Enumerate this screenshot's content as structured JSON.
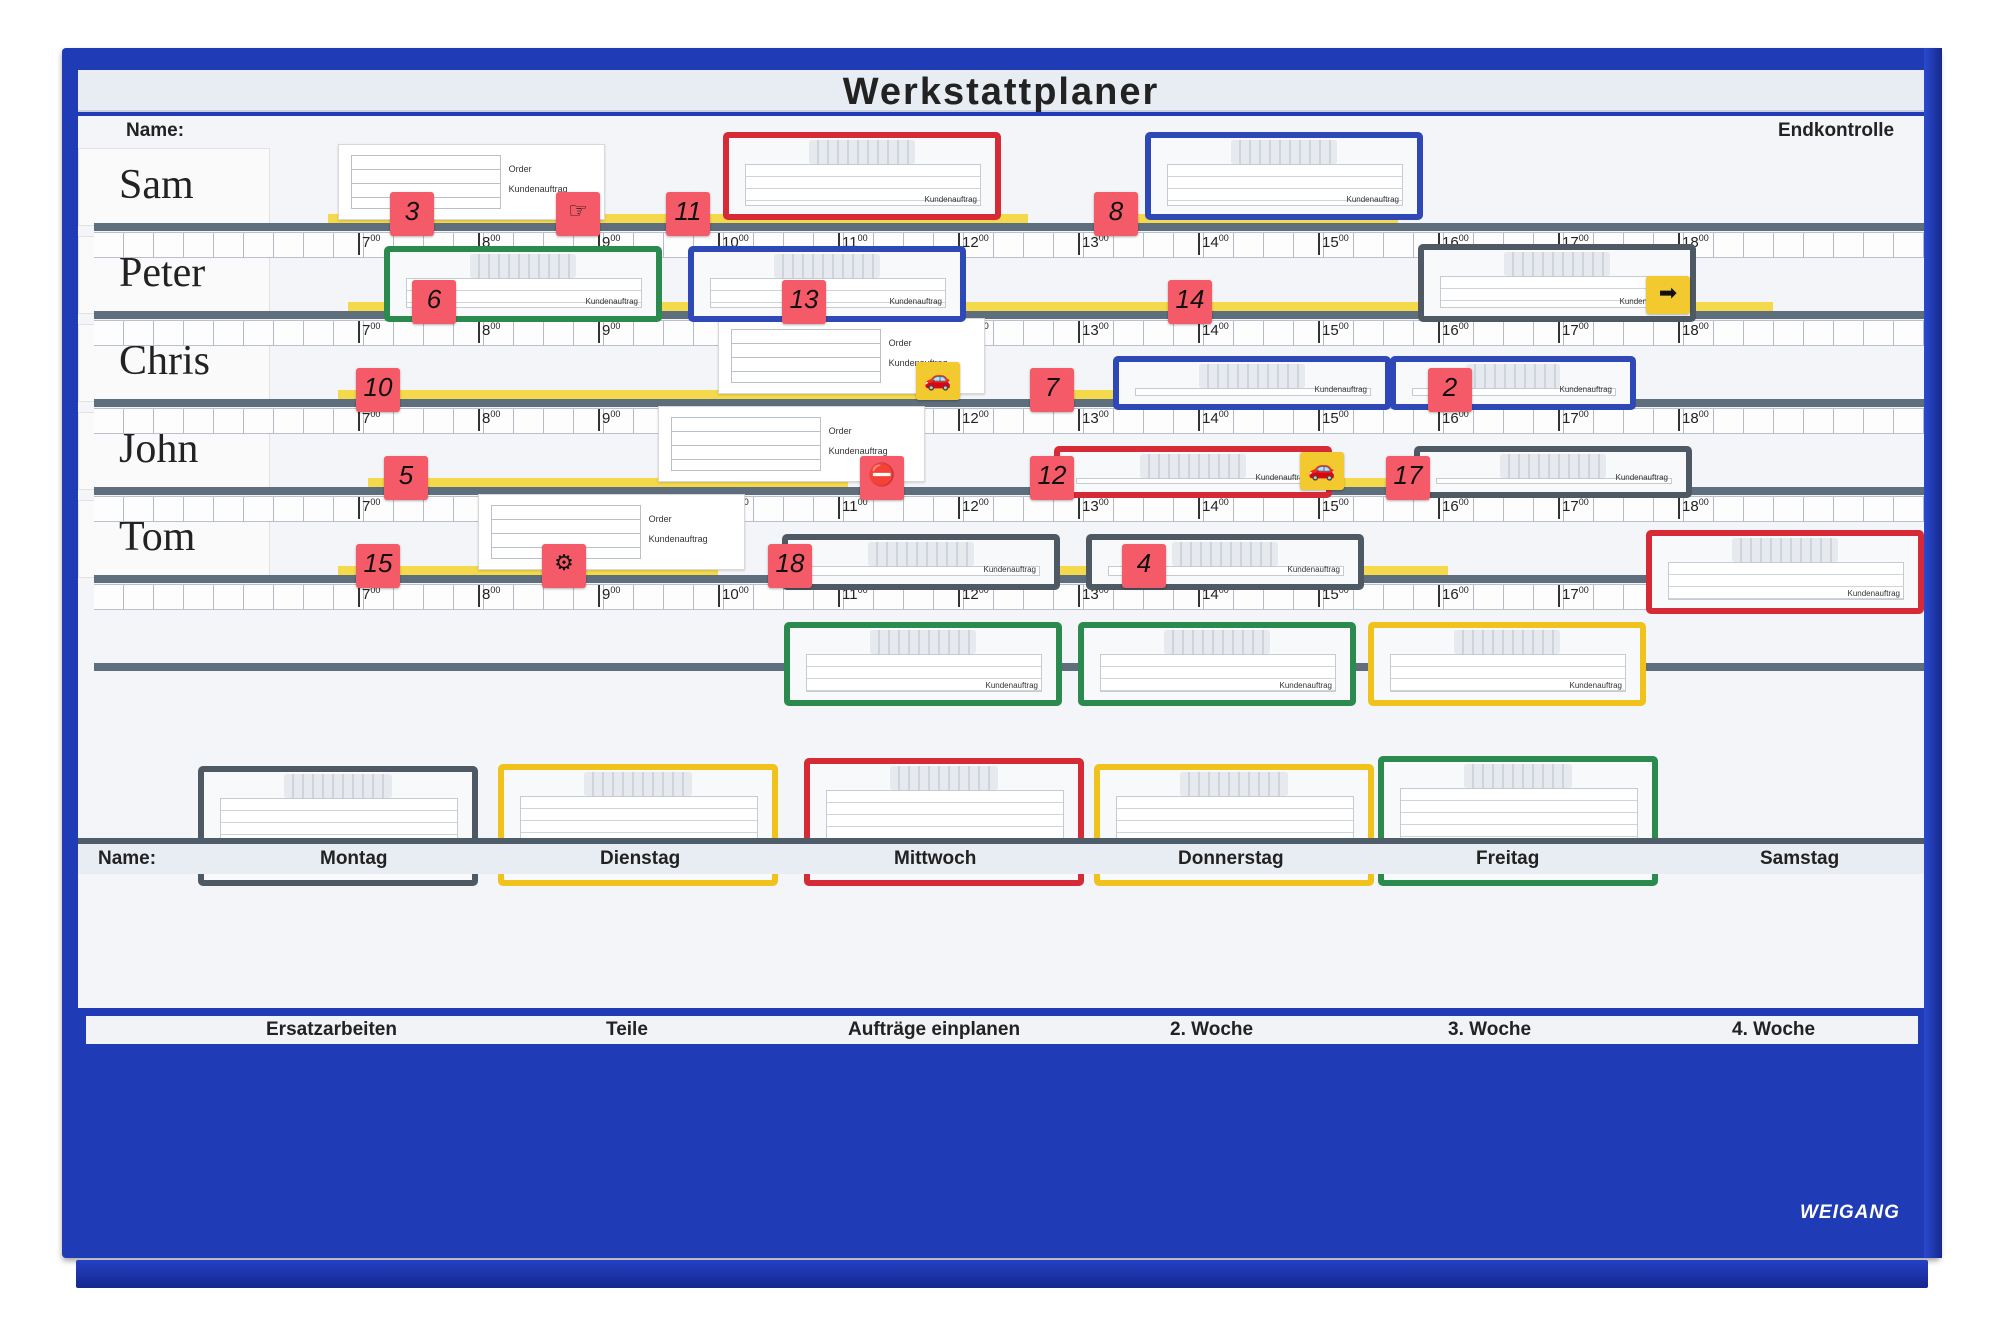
{
  "board": {
    "title": "Werkstattplaner",
    "name_label": "Name:",
    "end_label": "Endkontrolle",
    "brand": "WEIGANG"
  },
  "people": [
    "Sam",
    "Peter",
    "Chris",
    "John",
    "Tom"
  ],
  "hours": [
    "7",
    "8",
    "9",
    "10",
    "11",
    "12",
    "13",
    "14",
    "15",
    "16",
    "17",
    "18"
  ],
  "hour_suffix": "00",
  "paper_text": {
    "order": "Order",
    "kundenauftrag": "Kundenauftrag"
  },
  "pocket_text": "Kundenauftrag",
  "magnets": [
    "3",
    "11",
    "8",
    "6",
    "13",
    "14",
    "10",
    "7",
    "2",
    "5",
    "12",
    "17",
    "15",
    "18",
    "4"
  ],
  "days": {
    "name_label": "Name:",
    "labels": [
      "Montag",
      "Dienstag",
      "Mittwoch",
      "Donnerstag",
      "Freitag",
      "Samstag"
    ]
  },
  "bins": [
    "Ersatzarbeiten",
    "Teile",
    "Aufträge einplanen",
    "2. Woche",
    "3. Woche",
    "4. Woche"
  ],
  "colors": {
    "frame": "#1f3bb5",
    "red": "#d62a36",
    "blue": "#2f48b8",
    "green": "#2b8a4e",
    "gray": "#4e5964",
    "yellow": "#f2c21c",
    "magnet": "#f55a68",
    "bar": "#f4d94a"
  }
}
